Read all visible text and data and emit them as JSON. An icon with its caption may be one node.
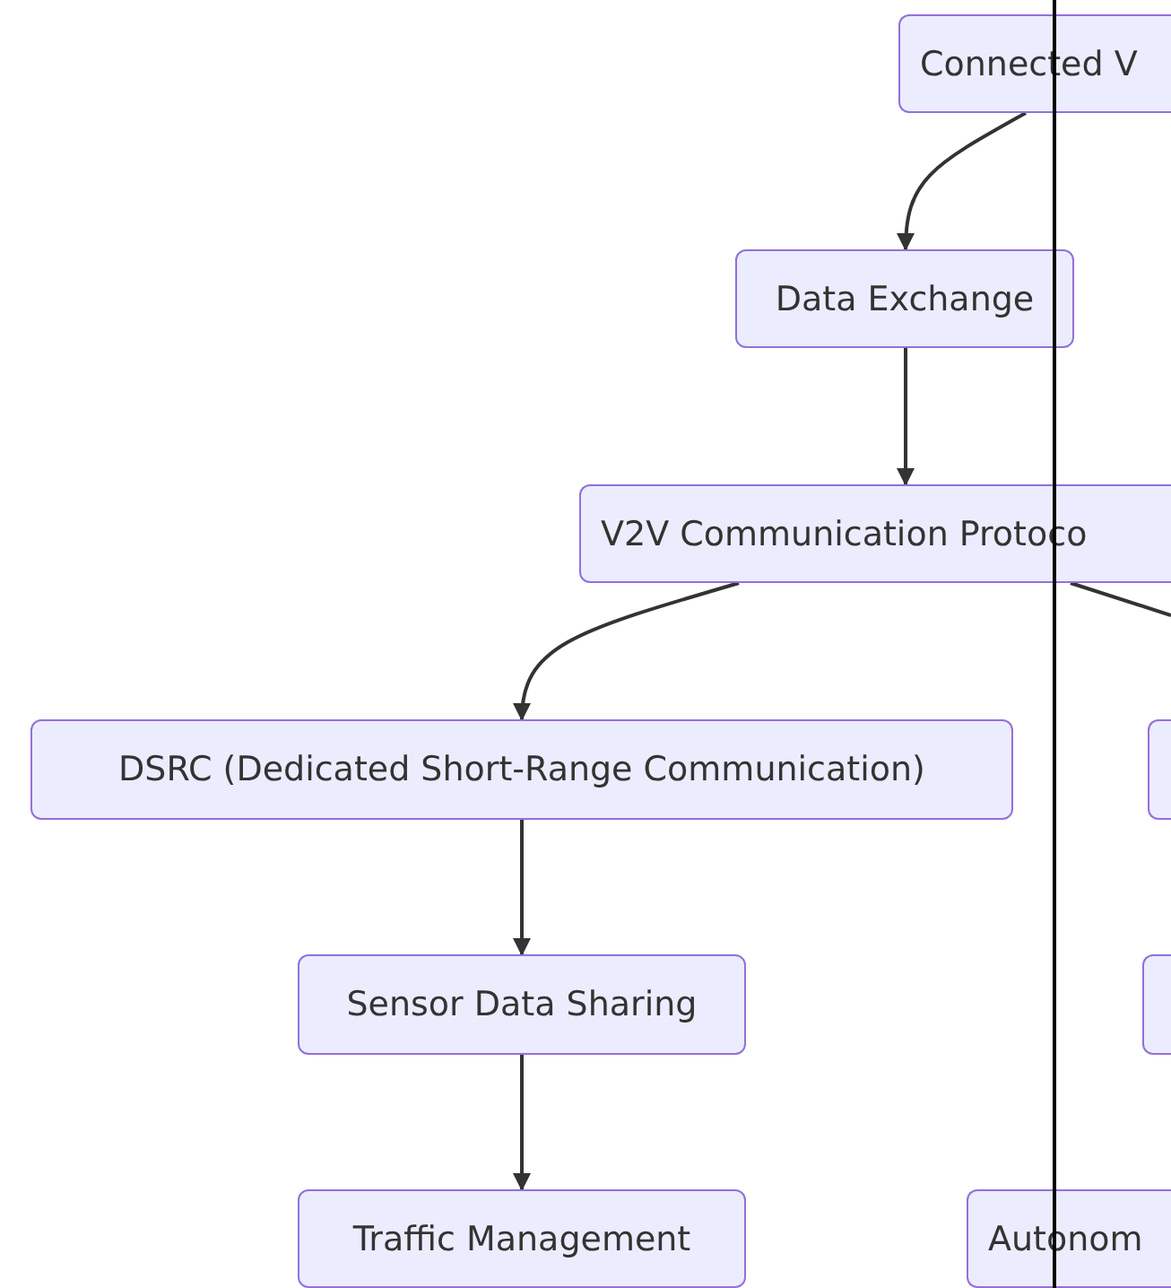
{
  "diagram": {
    "nodes": [
      {
        "text": [
          "Connected V"
        ]
      },
      {
        "text": [
          "Data Exchange"
        ]
      },
      {
        "text": [
          "V2V Communication Protoco"
        ]
      },
      {
        "text": [
          "DSRC (Dedicated Short-Range Communication)"
        ]
      },
      {
        "text": [],
        "shape": "box"
      },
      {
        "text": [
          "Sensor Data Sharing"
        ]
      },
      {
        "text": [],
        "shape": "box"
      },
      {
        "text": [
          "Traffic Management"
        ]
      },
      {
        "text": [
          "Autonom"
        ]
      }
    ],
    "edges": [
      {
        "from": 0,
        "to": 1,
        "arrow": "to"
      },
      {
        "from": 1,
        "to": 2,
        "arrow": "to"
      },
      {
        "from": 2,
        "to": 3,
        "arrow": "to"
      },
      {
        "from": 2,
        "to": null,
        "arrow": "none"
      },
      {
        "from": 3,
        "to": 5,
        "arrow": "to"
      },
      {
        "from": 5,
        "to": 7,
        "arrow": "to"
      }
    ]
  }
}
